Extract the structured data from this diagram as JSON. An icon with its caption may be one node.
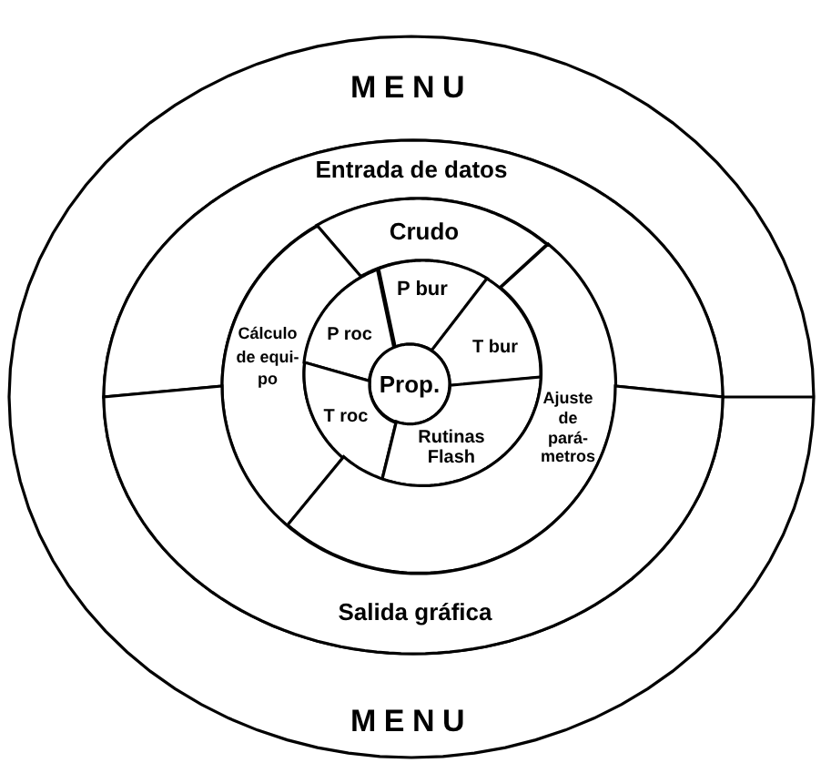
{
  "diagram": {
    "nodes": [
      {
        "text": [
          "MENU",
          "MENU"
        ]
      },
      {
        "text": [
          "Entrada de datos"
        ]
      },
      {
        "text": [
          "Crudo"
        ]
      },
      {
        "text": [
          "Cálculo de equi- po"
        ]
      },
      {
        "text": [
          "P bur"
        ]
      },
      {
        "text": [
          "P roc"
        ]
      },
      {
        "text": [
          "T bur"
        ]
      },
      {
        "text": [
          "Prop."
        ]
      },
      {
        "text": [
          "T roc"
        ]
      },
      {
        "text": [
          "Rutinas Flash"
        ]
      },
      {
        "text": [
          "Ajuste de pará- metros"
        ]
      },
      {
        "text": [
          "Salida gráfica"
        ]
      }
    ]
  }
}
